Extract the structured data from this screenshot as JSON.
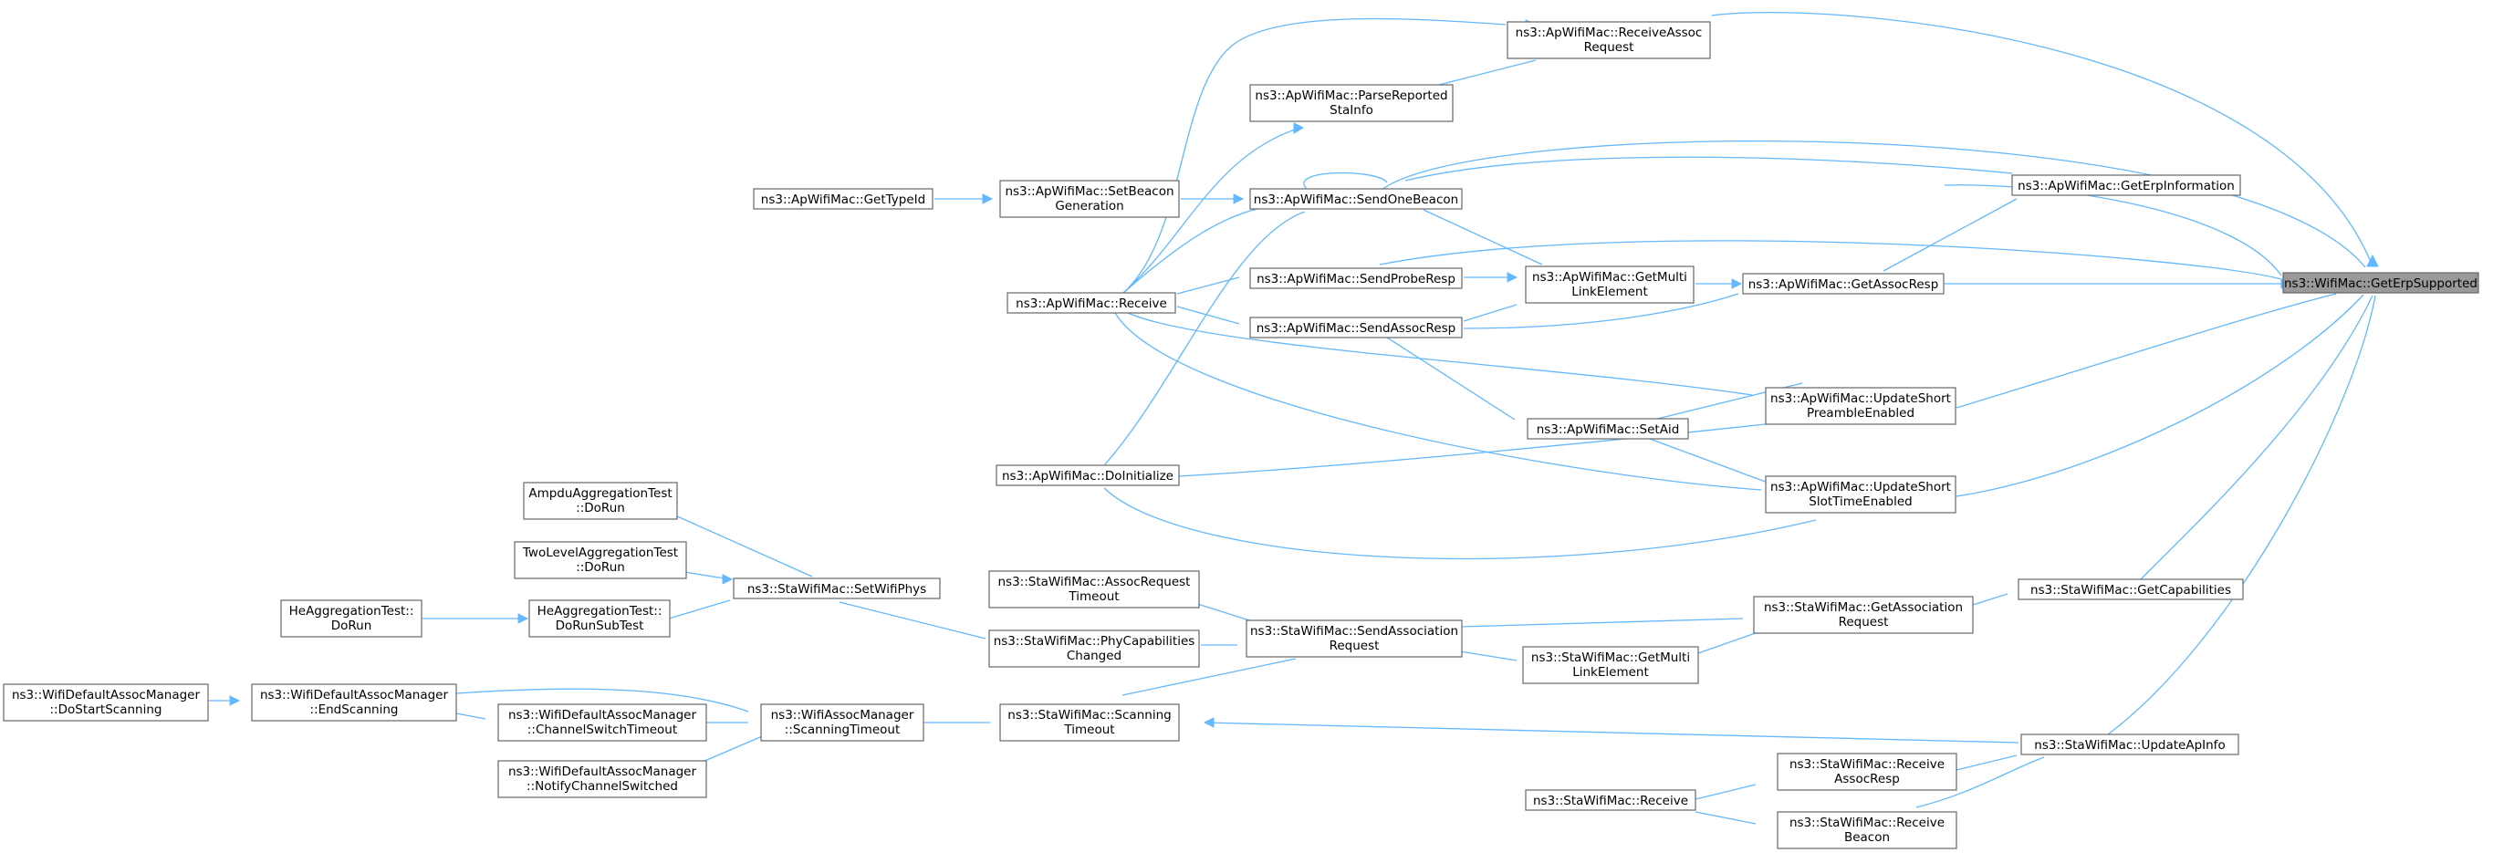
{
  "nodes": {
    "root": [
      "ns3::WifiMac::GetErpSupported"
    ],
    "ap_receive_assoc_req": [
      "ns3::ApWifiMac::ReceiveAssoc",
      "Request"
    ],
    "ap_parse_reported_sta": [
      "ns3::ApWifiMac::ParseReported",
      "StaInfo"
    ],
    "ap_get_type_id": [
      "ns3::ApWifiMac::GetTypeId"
    ],
    "ap_set_beacon_gen": [
      "ns3::ApWifiMac::SetBeacon",
      "Generation"
    ],
    "ap_send_one_beacon": [
      "ns3::ApWifiMac::SendOneBeacon"
    ],
    "ap_get_erp_info": [
      "ns3::ApWifiMac::GetErpInformation"
    ],
    "ap_send_probe_resp": [
      "ns3::ApWifiMac::SendProbeResp"
    ],
    "ap_get_multi_link": [
      "ns3::ApWifiMac::GetMulti",
      "LinkElement"
    ],
    "ap_get_assoc_resp": [
      "ns3::ApWifiMac::GetAssocResp"
    ],
    "ap_receive": [
      "ns3::ApWifiMac::Receive"
    ],
    "ap_send_assoc_resp": [
      "ns3::ApWifiMac::SendAssocResp"
    ],
    "ap_update_short_preamble": [
      "ns3::ApWifiMac::UpdateShort",
      "PreambleEnabled"
    ],
    "ap_set_aid": [
      "ns3::ApWifiMac::SetAid"
    ],
    "ap_do_initialize": [
      "ns3::ApWifiMac::DoInitialize"
    ],
    "ap_update_short_slot": [
      "ns3::ApWifiMac::UpdateShort",
      "SlotTimeEnabled"
    ],
    "ampdu_do_run": [
      "AmpduAggregationTest",
      "::DoRun"
    ],
    "twolevel_do_run": [
      "TwoLevelAggregationTest",
      "::DoRun"
    ],
    "he_do_run": [
      "HeAggregationTest::",
      "DoRun"
    ],
    "he_do_run_subtest": [
      "HeAggregationTest::",
      "DoRunSubTest"
    ],
    "sta_set_wifi_phys": [
      "ns3::StaWifiMac::SetWifiPhys"
    ],
    "sta_assoc_req_timeout": [
      "ns3::StaWifiMac::AssocRequest",
      "Timeout"
    ],
    "sta_phy_caps_changed": [
      "ns3::StaWifiMac::PhyCapabilities",
      "Changed"
    ],
    "sta_send_assoc_req": [
      "ns3::StaWifiMac::SendAssociation",
      "Request"
    ],
    "sta_get_assoc_req": [
      "ns3::StaWifiMac::GetAssociation",
      "Request"
    ],
    "sta_get_capabilities": [
      "ns3::StaWifiMac::GetCapabilities"
    ],
    "sta_get_multi_link": [
      "ns3::StaWifiMac::GetMulti",
      "LinkElement"
    ],
    "def_do_start_scanning": [
      "ns3::WifiDefaultAssocManager",
      "::DoStartScanning"
    ],
    "def_end_scanning": [
      "ns3::WifiDefaultAssocManager",
      "::EndScanning"
    ],
    "def_channel_switch_timeout": [
      "ns3::WifiDefaultAssocManager",
      "::ChannelSwitchTimeout"
    ],
    "def_notify_channel_switched": [
      "ns3::WifiDefaultAssocManager",
      "::NotifyChannelSwitched"
    ],
    "assoc_mgr_scanning_timeout": [
      "ns3::WifiAssocManager",
      "::ScanningTimeout"
    ],
    "sta_scanning_timeout": [
      "ns3::StaWifiMac::Scanning",
      "Timeout"
    ],
    "sta_update_ap_info": [
      "ns3::StaWifiMac::UpdateApInfo"
    ],
    "sta_receive_assoc_resp": [
      "ns3::StaWifiMac::Receive",
      "AssocResp"
    ],
    "sta_receive": [
      "ns3::StaWifiMac::Receive"
    ],
    "sta_receive_beacon": [
      "ns3::StaWifiMac::Receive",
      "Beacon"
    ]
  },
  "colors": {
    "edge": "#63b8ff",
    "node_border": "#666666",
    "root_fill": "#999999"
  }
}
